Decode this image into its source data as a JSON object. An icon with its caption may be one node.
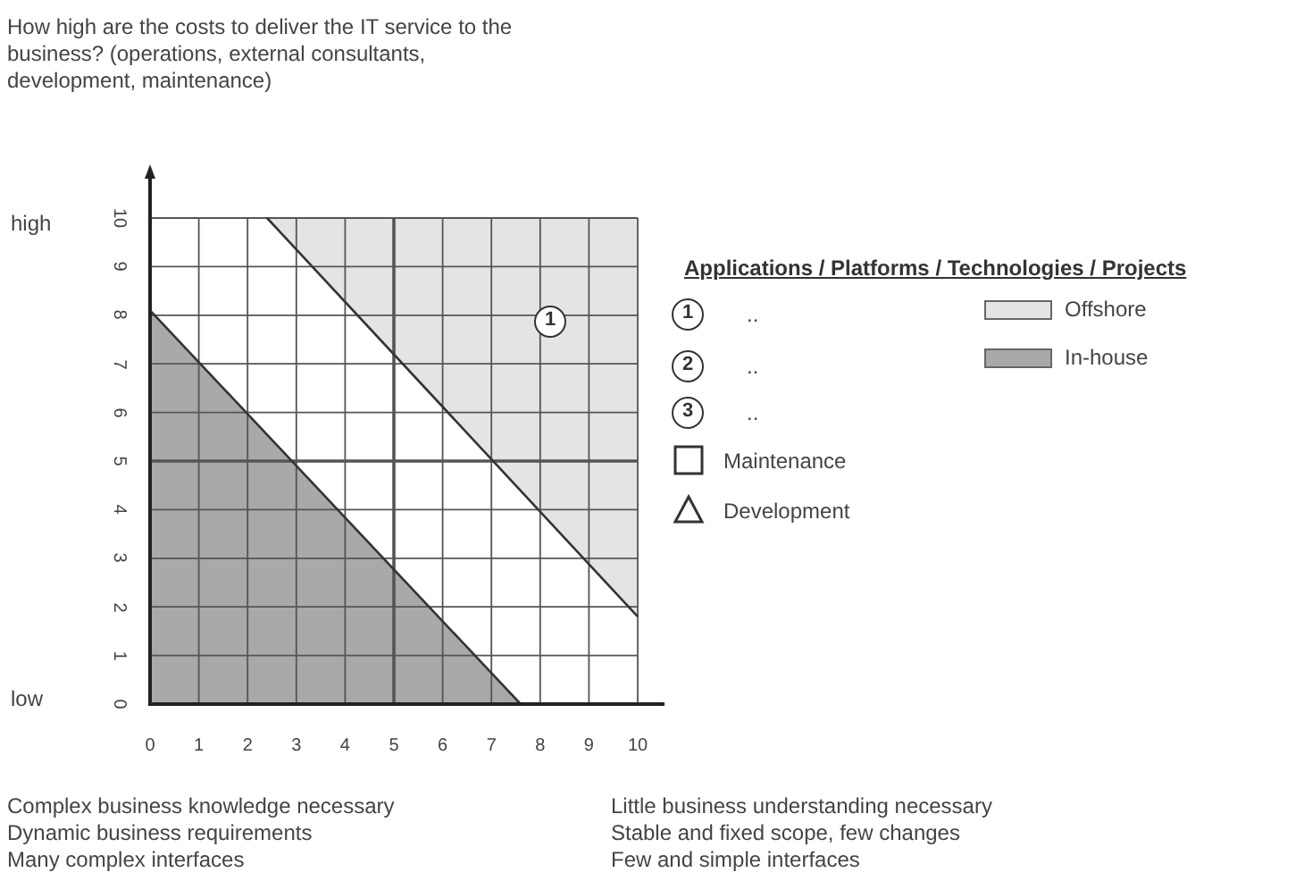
{
  "diagram": {
    "labels": [
      "How high are the costs to deliver the IT service to the business? (operations, external consultants, development, maintenance)",
      "high",
      "low",
      "10",
      "9",
      "8",
      "7",
      "6",
      "5",
      "4",
      "3",
      "2",
      "1",
      "0",
      "0",
      "1",
      "2",
      "3",
      "4",
      "5",
      "6",
      "7",
      "8",
      "9",
      "10",
      "1",
      "Applications / Platforms / Technologies / Projects",
      "1",
      "..",
      "2",
      "..",
      "3",
      "..",
      "Complex business knowledge necessary",
      "Dynamic business requirements",
      "Many complex interfaces",
      "Little business understanding necessary",
      "Stable and fixed scope, few changes",
      "Few and simple interfaces"
    ],
    "legend": [
      {
        "text": "Offshore",
        "color": "#e4e4e4"
      },
      {
        "text": "In-house",
        "color": "#a9a9a9"
      },
      {
        "text": "Maintenance"
      },
      {
        "text": "Development"
      }
    ]
  }
}
